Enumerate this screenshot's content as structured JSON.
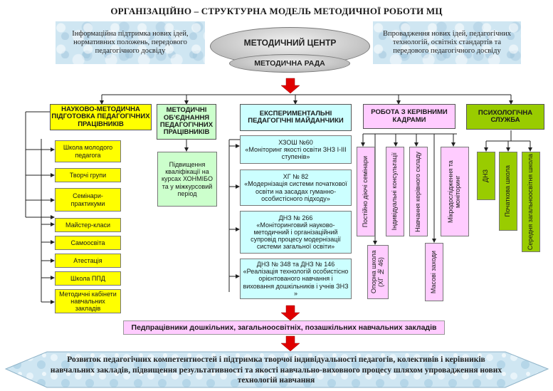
{
  "title": "ОРГАНІЗАЦІЙНО – СТРУКТУРНА МОДЕЛЬ МЕТОДИЧНОЇ РОБОТИ  МЦ",
  "info_left": "Інформаційна підтримка нових ідей, нормативних положень, передового педагогічного досвіду",
  "info_right": "Впровадження нових ідей, педагогічних технологій, освітніх стандартів та передового педагогічного досвіду",
  "center": {
    "main": "МЕТОДИЧНИЙ ЦЕНТР",
    "council": "МЕТОДИЧНА РАДА"
  },
  "headers": {
    "nmp": "НАУКОВО-МЕТОДИЧНА ПІДГОТОВКА ПЕДАГОГІЧНИХ ПРАЦІВНИКІВ",
    "mo": "МЕТОДИЧНІ ОБ'ЄДНАННЯ ПЕДАГОГІЧНИХ ПРАЦІВНИКІВ",
    "exp": "ЕКСПЕРИМЕНТАЛЬНІ ПЕДАГОГІЧНІ МАЙДАНЧИКИ",
    "kadry": "РОБОТА З КЕРІВНИМИ КАДРАМИ",
    "psy": "ПСИХОЛОГІЧНА СЛУЖБА"
  },
  "nmp_items": [
    "Школа молодого педагога",
    "Творчі групи",
    "Семінари-практикуми",
    "Майстер-класи",
    "Самоосвіта",
    "Атестація",
    "Школа  ППД",
    "Методичні кабінети навчальних закладів"
  ],
  "mo_item": "Підвищення кваліфікації на курсах ХОНМІБО та у міжкурсовий період",
  "exp_items": [
    {
      "name": "ХЗОШ №60",
      "topic": "«Моніторинг якості освіти  ЗНЗ І-ІІІ ступенів»"
    },
    {
      "name": "ХГ № 82",
      "topic": "«Модернізація системи початкової освіти на засадах гуманно-особистісного підходу»"
    },
    {
      "name": "ДНЗ № 266",
      "topic": "«Моніторинговий науково-методичний і організаційний супровід процесу модернізації системи загальної освіти»"
    },
    {
      "name": "ДНЗ № 348 та ДНЗ № 146",
      "topic": "«Реалізація технологій особистісно орієнтованого навчання і виховання дошкільників і учнів ЗНЗ »"
    }
  ],
  "kadry_items": [
    "Постійно діючі семінари",
    "Індивідуальні консультації",
    "Навчання керівного складу",
    "Мікродослідження та моніторинг",
    "Опорна школа (ХГ № 46)",
    "Масові заходи"
  ],
  "psy_items": [
    "ДНЗ",
    "Початкова школа",
    "Середня загальноосвітня школа"
  ],
  "workers_bar": "Педпрацівники дошкільних, загальноосвітніх, позашкільних навчальних закладів",
  "bottom": "Розвиток педагогічних компетентностей і підтримка творчої індивідуальності педагогів, колективів і керівників навчальних закладів, підвищення результативності та якості навчально-виховного процесу шляхом упровадження нових технологій навчання",
  "colors": {
    "yellow": "#ffff00",
    "light_green": "#ccffcc",
    "cyan": "#ccffff",
    "pink": "#ffccff",
    "olive": "#99cc00",
    "arrow_red": "#e00000"
  }
}
